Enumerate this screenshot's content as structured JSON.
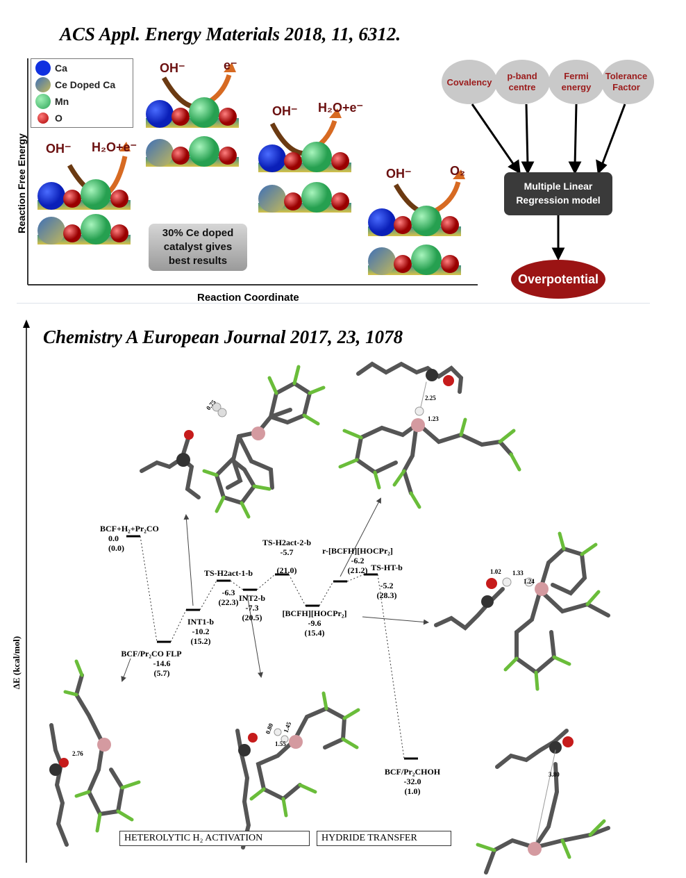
{
  "top": {
    "citation": "ACS Appl. Energy Materials 2018, 11, 6312.",
    "legend": [
      {
        "label": "Ca",
        "color": "#1030e0"
      },
      {
        "label": "Ce Doped Ca",
        "color": "#5a8f84"
      },
      {
        "label": "Mn",
        "color": "#3fc06a"
      },
      {
        "label": "O",
        "color": "#c01818"
      }
    ],
    "y_axis_label": "Reaction Free Energy",
    "x_axis_label": "Reaction Coordinate",
    "steps": [
      {
        "reactant": "OH⁻",
        "product": "H₂O+e⁻"
      },
      {
        "reactant": "OH⁻",
        "product": "e⁻"
      },
      {
        "reactant": "OH⁻",
        "product": "H₂O+e⁻"
      },
      {
        "reactant": "OH⁻",
        "product": "O₂"
      }
    ],
    "hint_lines": [
      "30% Ce doped",
      "catalyst gives",
      "best results"
    ],
    "descriptors": [
      {
        "line1": "Covalency",
        "line2": ""
      },
      {
        "line1": "p-band",
        "line2": "centre"
      },
      {
        "line1": "Fermi",
        "line2": "energy"
      },
      {
        "line1": "Tolerance",
        "line2": "Factor"
      }
    ],
    "model_lines": [
      "Multiple Linear",
      "Regression model"
    ],
    "output": "Overpotential",
    "colors": {
      "descriptor_fill": "#c9c9c9",
      "descriptor_text": "#9b1c1c",
      "model_fill": "#3a3a3a",
      "output_fill": "#9b1414"
    }
  },
  "bottom": {
    "citation": "Chemistry A European Journal 2017, 23, 1078",
    "y_axis_label": "ΔE (kcal/mol)",
    "states": [
      {
        "name": "BCF+H₂+Pr₂CO",
        "e": "0.0",
        "g": "(0.0)"
      },
      {
        "name": "BCF/Pr₂CO FLP",
        "e": "-14.6",
        "g": "(5.7)"
      },
      {
        "name": "INT1-b",
        "e": "-10.2",
        "g": "(15.2)"
      },
      {
        "name": "TS-H2act-1-b",
        "e": "-6.3",
        "g": "(22.3)"
      },
      {
        "name": "INT2-b",
        "e": "-7.3",
        "g": "(20.5)"
      },
      {
        "name": "TS-H2act-2-b",
        "e": "-5.7",
        "g": "(21.0)"
      },
      {
        "name": "[BCFH][HOCPr₂]",
        "e": "-9.6",
        "g": "(15.4)"
      },
      {
        "name": "r-[BCFH][HOCPr₂]",
        "e": "-6.2",
        "g": "(21.2)"
      },
      {
        "name": "TS-HT-b",
        "e": "-5.2",
        "g": "(28.3)"
      },
      {
        "name": "BCF/Pr₂CHOH",
        "e": "-32.0",
        "g": "(1.0)"
      }
    ],
    "distances": [
      "0.75",
      "2.25",
      "1.23",
      "1.02",
      "1.33",
      "1.24",
      "2.76",
      "0.80",
      "1.45",
      "1.55",
      "3.80"
    ],
    "section_labels": [
      "HETEROLYTIC H₂ ACTIVATION",
      "HYDRIDE TRANSFER"
    ]
  }
}
